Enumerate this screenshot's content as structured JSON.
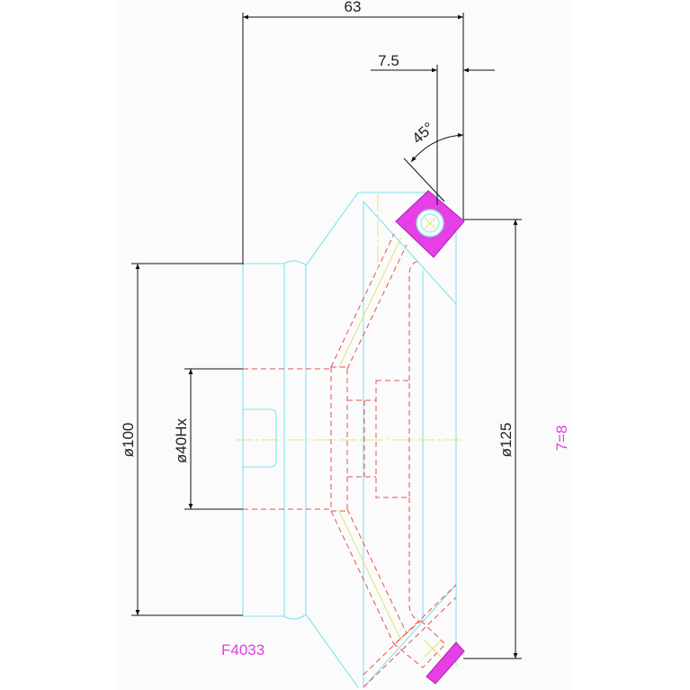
{
  "drawing": {
    "part_code": "F4033",
    "side_note": "7=8",
    "dimensions": {
      "width_top": "63",
      "offset": "7.5",
      "angle": "45°",
      "diameter_left": "ø100",
      "bore": "ø40Hx",
      "diameter_right": "ø125"
    }
  },
  "colors": {
    "outline": "#7fe3ee",
    "hidden": "#e85050",
    "centerline": "#e8e070",
    "dimension": "#111111",
    "section_hatch": "#e63fe6",
    "annotation": "#e040e0"
  }
}
